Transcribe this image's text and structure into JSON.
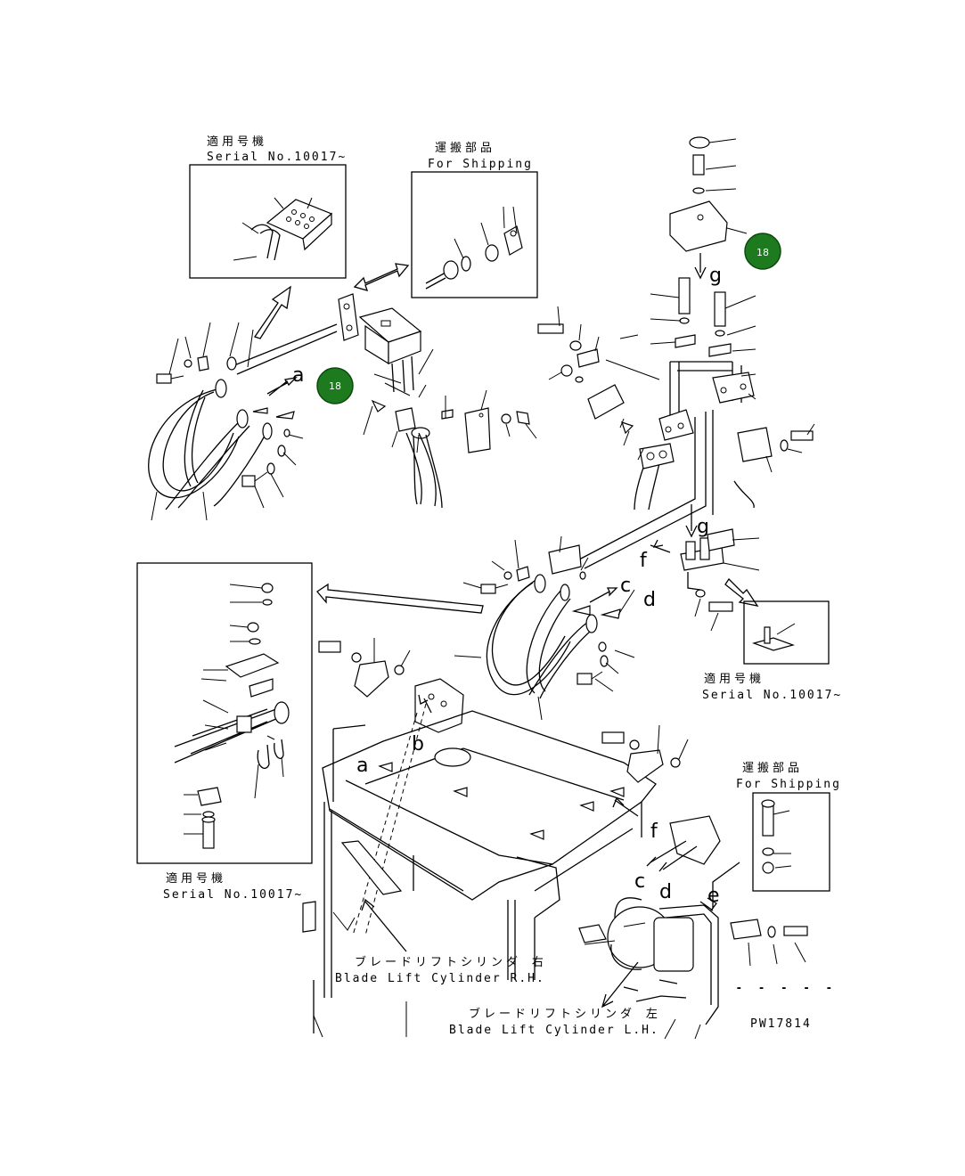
{
  "diagram": {
    "drawing_number": "PW17814",
    "notes": {
      "serial_top_left": {
        "jp": "適用号機",
        "en": "Serial No.10017~"
      },
      "shipping_top": {
        "jp": "運搬部品",
        "en": "For Shipping"
      },
      "serial_right": {
        "jp": "適用号機",
        "en": "Serial No.10017~"
      },
      "serial_left_box": {
        "jp": "適用号機",
        "en": "Serial No.10017~"
      },
      "shipping_right": {
        "jp": "運搬部品",
        "en": "For Shipping"
      }
    },
    "cylinders": {
      "rh": {
        "jp": "ブレードリフトシリンダ 右",
        "en": "Blade Lift Cylinder R.H."
      },
      "lh": {
        "jp": "ブレードリフトシリンダ 左",
        "en": "Blade Lift Cylinder L.H."
      }
    },
    "callouts": [
      {
        "id": "18",
        "color": "#1e7a1e"
      },
      {
        "id": "18",
        "color": "#1e7a1e"
      }
    ],
    "letters": [
      "a",
      "b",
      "c",
      "d",
      "e",
      "f",
      "g"
    ]
  }
}
